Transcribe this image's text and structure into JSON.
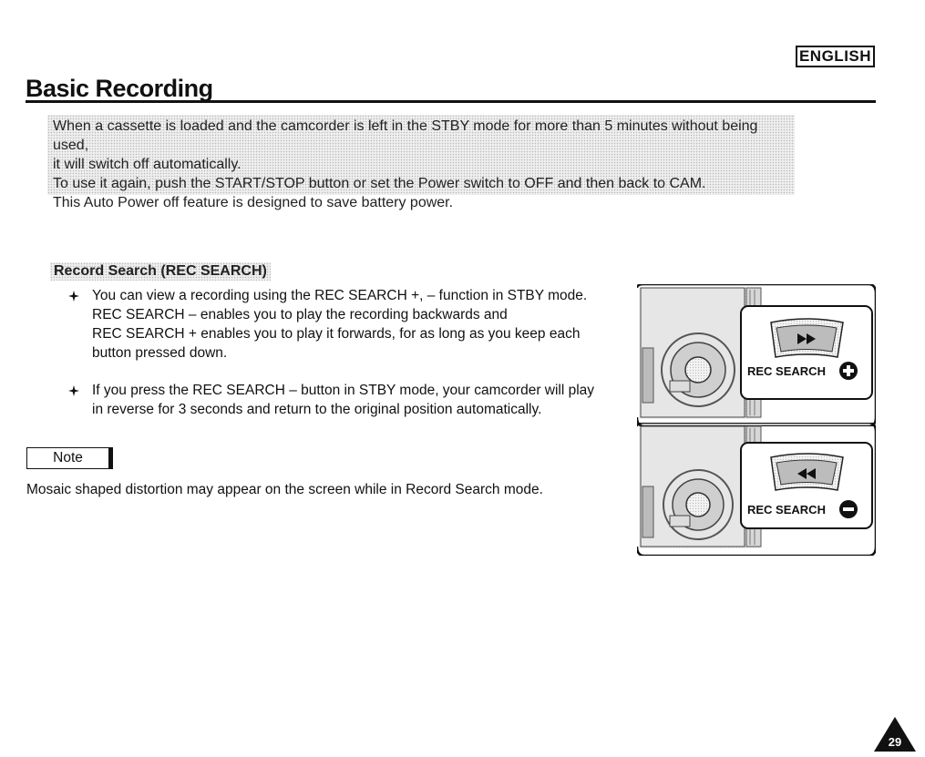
{
  "header": {
    "language": "ENGLISH",
    "title": "Basic Recording"
  },
  "intro": {
    "lines": [
      "When a cassette is loaded and the camcorder is left in the STBY mode for more than 5 minutes without being used,",
      "it will switch off automatically.",
      "To use it again, push the START/STOP button or set the Power switch to OFF and then back to CAM.",
      "This Auto Power off feature is designed to save battery power."
    ]
  },
  "section": {
    "heading": "Record Search (REC SEARCH)",
    "bullets": [
      {
        "lines": [
          "You can view a recording using the REC SEARCH +, – function in STBY mode.",
          "REC SEARCH – enables you to play the recording backwards and",
          "REC SEARCH + enables you to play it forwards, for as long as you keep each",
          "button pressed down."
        ]
      },
      {
        "lines": [
          "If you press the REC SEARCH – button in STBY mode, your camcorder will play",
          "in reverse for 3 seconds and return to the original position automatically."
        ]
      }
    ]
  },
  "note": {
    "label": "Note",
    "text": "Mosaic shaped distortion may appear on the screen while in Record Search mode."
  },
  "illustrations": [
    {
      "label": "REC SEARCH",
      "button_icon": "ff-icon",
      "sign_icon": "plus-circle-icon"
    },
    {
      "label": "REC SEARCH",
      "button_icon": "rew-icon",
      "sign_icon": "minus-circle-icon"
    }
  ],
  "page_number": "29"
}
